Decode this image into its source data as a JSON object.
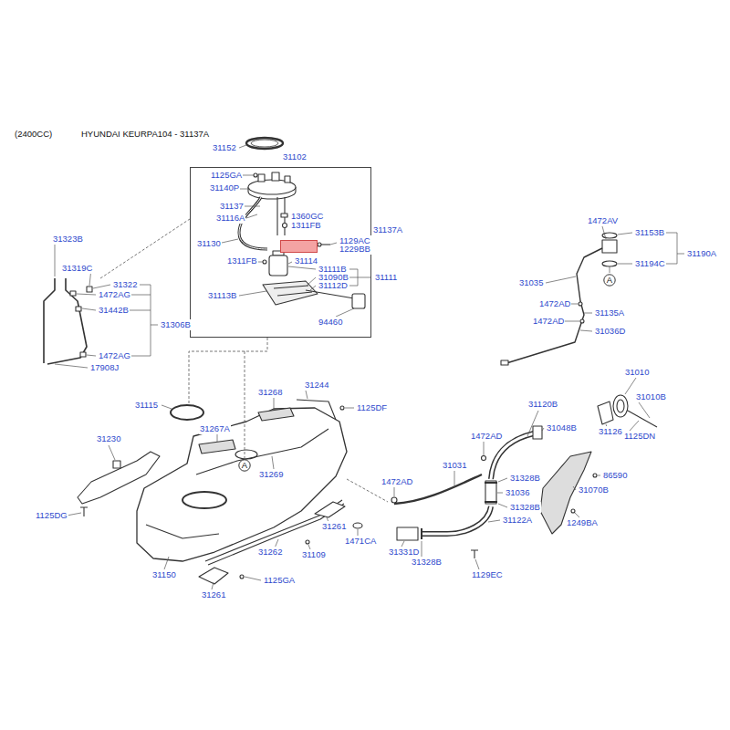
{
  "diagram": {
    "title": "HYUNDAI KEURPA104 - 31137A",
    "nodes": [
      {
        "text": [
          "31102"
        ]
      },
      {
        "text": [
          "31137A"
        ],
        "in": 0
      },
      {
        "text": [
          "A"
        ]
      },
      {
        "text": [
          "A"
        ]
      }
    ],
    "labels": [
      "(2400CC)",
      "31152",
      "1125GA",
      "31140P",
      "31137",
      "31116A",
      "1360GC",
      "1311FB",
      "31130",
      "1129AC",
      "1229BB",
      "1311FB",
      "31114",
      "31111B",
      "31090B",
      "31111",
      "31112D",
      "31113B",
      "94460",
      "31323B",
      "31319C",
      "31322",
      "1472AG",
      "31442B",
      "31306B",
      "1472AG",
      "17908J",
      "1472AV",
      "31153B",
      "31190A",
      "31194C",
      "31035",
      "1472AD",
      "31135A",
      "1472AD",
      "31036D",
      "31115",
      "31268",
      "31244",
      "1125DF",
      "31267A",
      "31120B",
      "31048B",
      "31010",
      "31010B",
      "31126",
      "1125DN",
      "1472AD",
      "31230",
      "31269",
      "31031",
      "1472AD",
      "31328B",
      "86590",
      "31070B",
      "31036",
      "31328B",
      "31122A",
      "1249BA",
      "1125DG",
      "31261",
      "1471CA",
      "31331D",
      "31109",
      "31262",
      "31328B",
      "31150",
      "1129EC",
      "1125GA",
      "31261"
    ]
  }
}
